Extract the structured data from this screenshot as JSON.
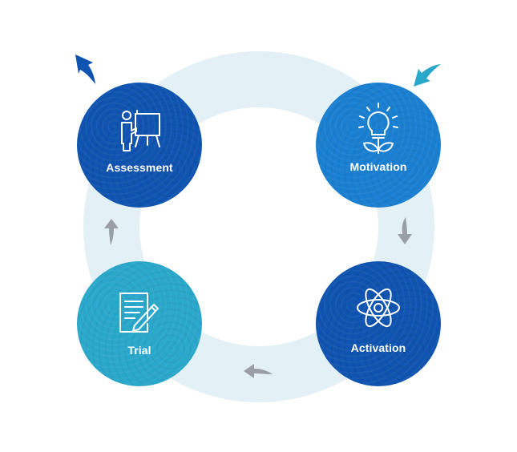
{
  "nodes": {
    "assessment": {
      "label": "Assessment",
      "icon": "presentation-board-icon",
      "color": "#0f54b0"
    },
    "motivation": {
      "label": "Motivation",
      "icon": "lightbulb-plant-icon",
      "color": "#1a7fd1"
    },
    "activation": {
      "label": "Activation",
      "icon": "atom-icon",
      "color": "#0f54b0"
    },
    "trial": {
      "label": "Trial",
      "icon": "document-pen-icon",
      "color": "#2aa8cb"
    }
  },
  "ring_color": "#e3f0f6",
  "arrows": {
    "exit_arrow_color": "#0f54b0",
    "entry_arrow_color": "#2aa8cb",
    "cycle_arrow_color": "#9a9fa5"
  }
}
